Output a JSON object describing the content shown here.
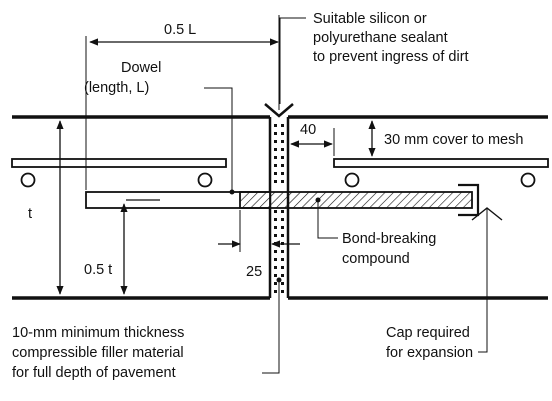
{
  "colors": {
    "ink": "#111111",
    "background": "#ffffff"
  },
  "dimensions": {
    "half_length": "0.5 L",
    "thickness": "t",
    "half_thickness": "0.5 t",
    "gap_40": "40",
    "cover": "30 mm cover to mesh",
    "gap_25": "25"
  },
  "labels": {
    "sealant": [
      "Suitable silicon or",
      "polyurethane sealant",
      "to prevent ingress of dirt"
    ],
    "dowel": [
      "Dowel",
      "(length, L)"
    ],
    "bond_breaking": [
      "Bond-breaking",
      "compound"
    ],
    "filler": [
      "10-mm minimum thickness",
      "compressible filler material",
      "for full depth of pavement"
    ],
    "cap": [
      "Cap required",
      "for expansion"
    ]
  }
}
